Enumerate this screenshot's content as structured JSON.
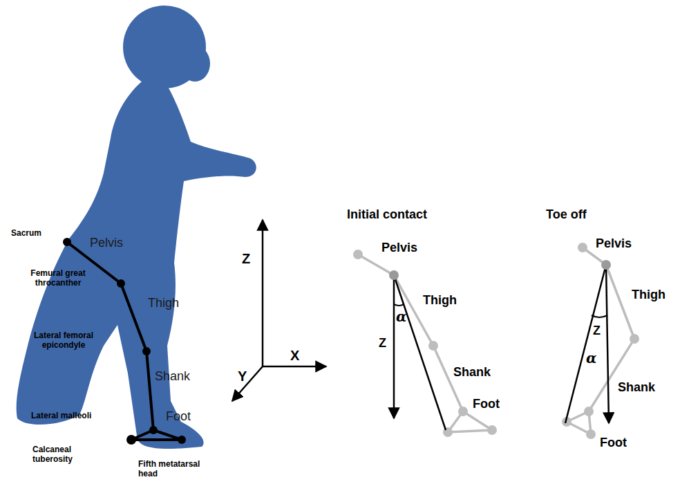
{
  "diagram": {
    "labels": [
      "Sacrum",
      "Pelvis",
      "Femural great throcanther",
      "Thigh",
      "Lateral femoral epicondyle",
      "Shank",
      "Lateral malleoli",
      "Foot",
      "Calcaneal tuberosity",
      "Fifth metatarsal head",
      "Z",
      "X",
      "Y",
      "Initial contact",
      "Pelvis",
      "Thigh",
      "Z",
      "α",
      "Shank",
      "Foot",
      "Toe off",
      "Pelvis",
      "Thigh",
      "Z",
      "α",
      "Shank",
      "Foot"
    ]
  }
}
